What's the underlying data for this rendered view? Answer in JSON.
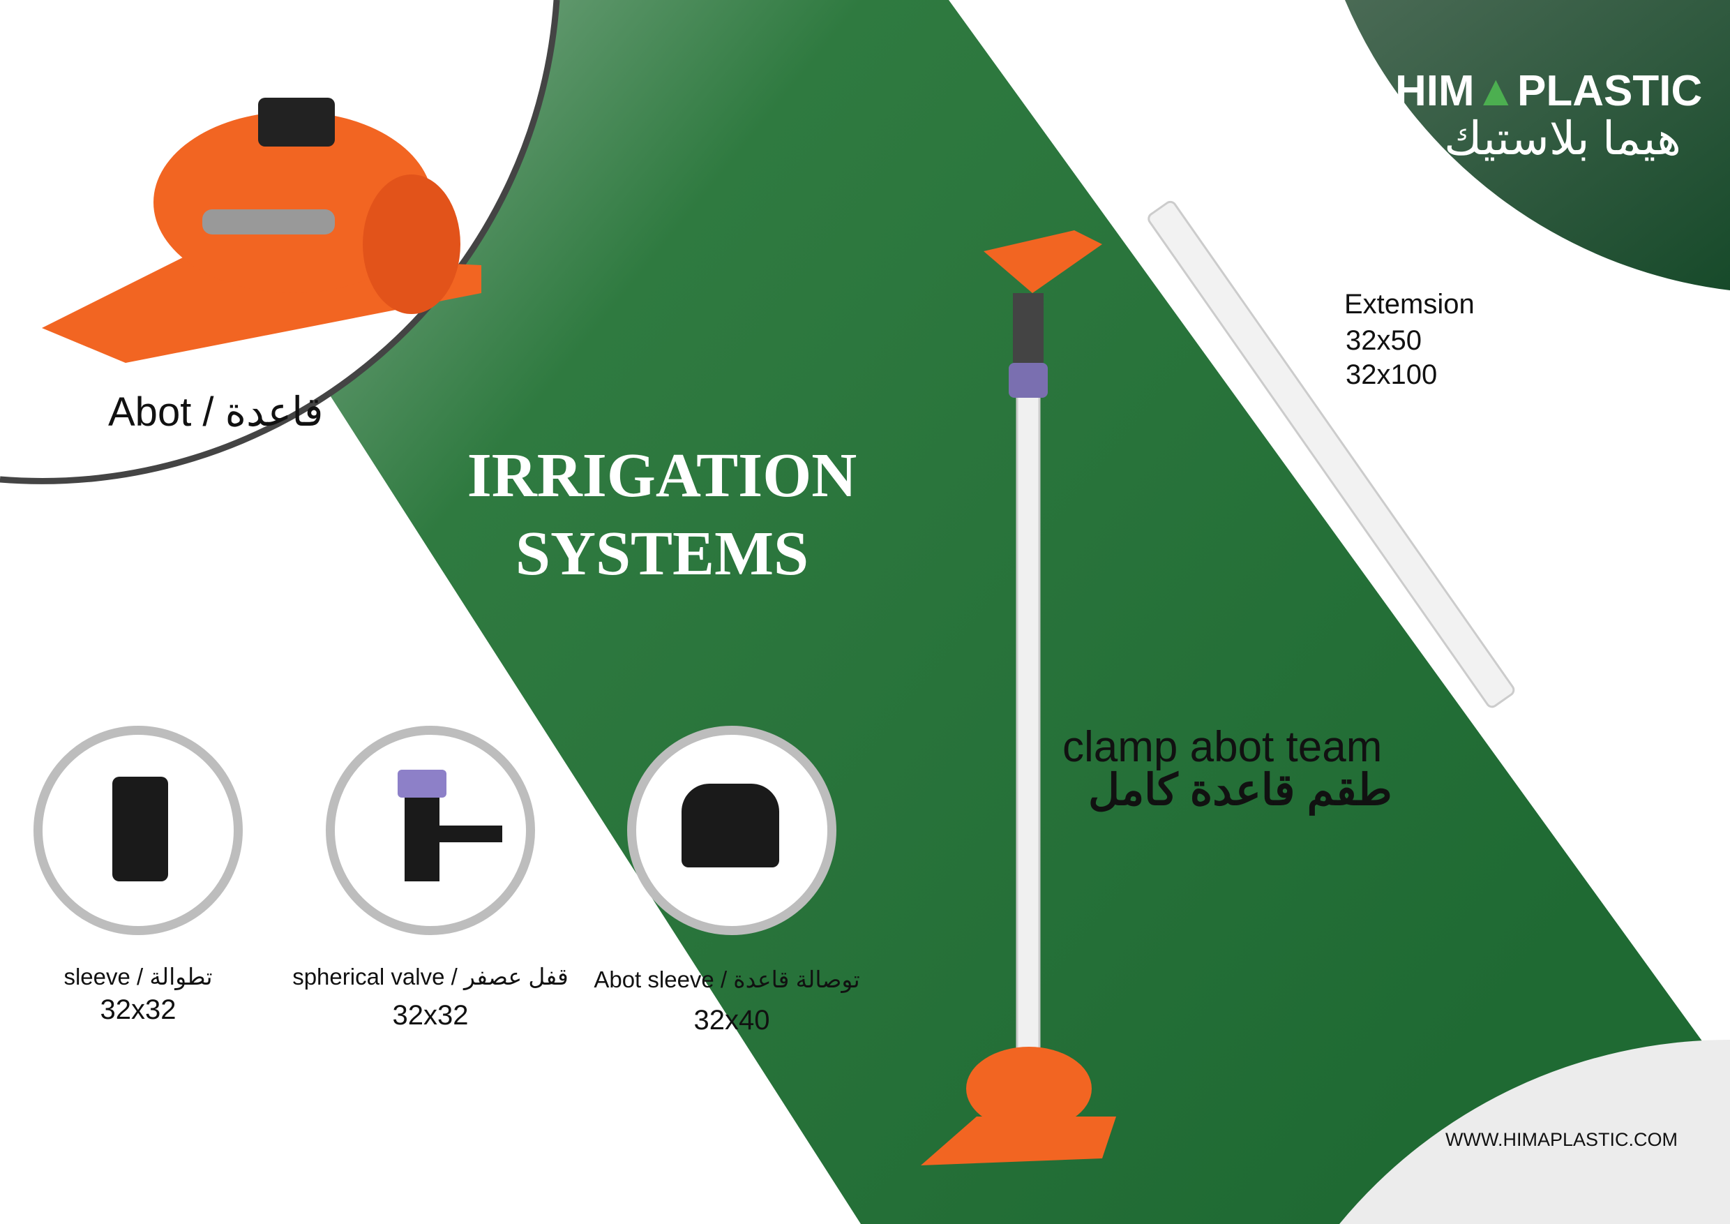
{
  "brand": {
    "name_latin": "HIMAPLASTIC",
    "name_prefix": "HIM",
    "name_suffix": "PLASTIC",
    "name_arabic": "هيما بلاستيك",
    "website": "WWW.HIMAPLASTIC.COM",
    "accent": "#2e7d3e",
    "dark_green": "#1d4a2c"
  },
  "title": {
    "line1": "IRRIGATION",
    "line2": "SYSTEMS"
  },
  "featured": {
    "label": "Abot / قاعدة"
  },
  "extension": {
    "label": "Extemsion",
    "sizes": [
      "32x50",
      "32x100"
    ]
  },
  "assembly": {
    "label_en": "clamp abot team",
    "label_ar": "طقم قاعدة كامل"
  },
  "products": [
    {
      "label": "sleeve / تطوالة",
      "size": "32x32"
    },
    {
      "label": "spherical valve / قفل عصفر",
      "size": "32x32"
    },
    {
      "label": "Abot sleeve / توصالة قاعدة",
      "size": "32x40"
    }
  ]
}
